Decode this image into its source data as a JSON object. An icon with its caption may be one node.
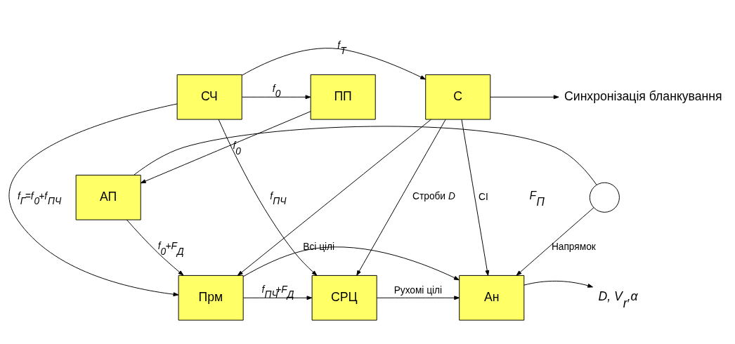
{
  "diagram": {
    "nodes": [
      {
        "text": [
          "С"
        ]
      },
      {
        "text": [
          "СЧ"
        ]
      },
      {
        "text": [
          "ПП"
        ]
      },
      {
        "text": [
          "АП"
        ]
      },
      {
        "text": [],
        "shape": "circle"
      },
      {
        "text": [
          "Ан"
        ]
      },
      {
        "text": [
          "СРЦ"
        ]
      },
      {
        "text": [
          "Прм"
        ]
      },
      {
        "text": [
          "Синхронізація бланкування"
        ]
      },
      {
        "text": [
          "D, V$_{r}$,α"
        ]
      }
    ],
    "edges": [
      {
        "from": 0,
        "to": 8,
        "arrow": "to"
      },
      {
        "from": 1,
        "to": 0,
        "arrow": "to",
        "label": "f$_{Т}$"
      },
      {
        "from": 1,
        "to": 2,
        "arrow": "to",
        "label": "f$_{0}$"
      },
      {
        "from": 2,
        "to": 3,
        "arrow": "to",
        "label": "f$_{0}$"
      },
      {
        "from": 3,
        "to": 4,
        "arrow": "none"
      },
      {
        "from": 0,
        "to": 5,
        "arrow": "to",
        "label": "СІ"
      },
      {
        "from": 0,
        "to": 6,
        "arrow": "to",
        "label": "Строби *D*"
      },
      {
        "from": 0,
        "to": 7,
        "arrow": "to"
      },
      {
        "from": 1,
        "to": 6,
        "arrow": "to",
        "label": "f$_{ПЧ}$"
      },
      {
        "from": 1,
        "to": 7,
        "arrow": "to",
        "label": "f$_{Г}$=f$_{0}$+f$_{ПЧ}$"
      },
      {
        "from": 3,
        "to": 7,
        "arrow": "to",
        "label": "f$_{0}$+F$_{Д}$"
      },
      {
        "from": 7,
        "to": 6,
        "arrow": "to",
        "label": "f$_{ПЧ}$+F$_{Д}$"
      },
      {
        "from": 6,
        "to": 5,
        "arrow": "to",
        "label": "Рухомі цілі"
      },
      {
        "from": 7,
        "to": 5,
        "arrow": "to",
        "label": "Всі цілі"
      },
      {
        "from": 4,
        "to": 5,
        "arrow": "to",
        "label": "Напрямок"
      },
      {
        "from": 5,
        "to": 9,
        "arrow": "to"
      }
    ],
    "labels": [
      "F$_{П}$"
    ]
  }
}
